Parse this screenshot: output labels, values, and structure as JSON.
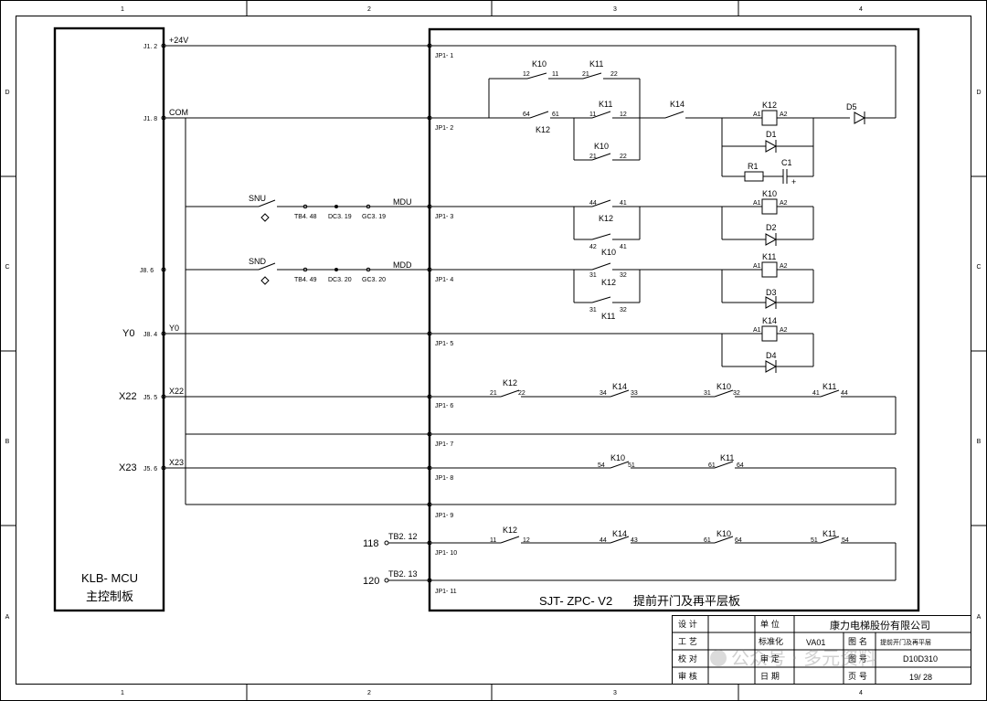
{
  "frame": {
    "cols": [
      "1",
      "2",
      "3",
      "4"
    ],
    "rows": [
      "D",
      "C",
      "B",
      "A"
    ]
  },
  "boards": {
    "mcu_name": "KLB- MCU",
    "mcu_desc": "主控制板",
    "zpc_name": "SJT- ZPC- V2",
    "zpc_desc": "提前开门及再平层板"
  },
  "left_pins": [
    {
      "pin": "J1. 2",
      "net": "+24V",
      "side": ""
    },
    {
      "pin": "J1. 8",
      "net": "COM",
      "side": ""
    },
    {
      "pin": "J8. 6",
      "net": "",
      "side": ""
    },
    {
      "pin": "J8. 4",
      "net": "Y0",
      "side": "Y0"
    },
    {
      "pin": "J5. 5",
      "net": "X22",
      "side": "X22"
    },
    {
      "pin": "J5. 6",
      "net": "X23",
      "side": "X23"
    }
  ],
  "jp_pins": [
    "JP1- 1",
    "JP1- 2",
    "JP1- 3",
    "JP1- 4",
    "JP1- 5",
    "JP1- 6",
    "JP1- 7",
    "JP1- 8",
    "JP1- 9",
    "JP1- 10",
    "JP1- 11"
  ],
  "switches": {
    "snu": {
      "name": "SNU",
      "t1": "TB4. 48",
      "t2": "DC3. 19",
      "t3": "GC3. 19",
      "net": "MDU"
    },
    "snd": {
      "name": "SND",
      "t1": "TB4. 49",
      "t2": "DC3. 20",
      "t3": "GC3. 20",
      "net": "MDD"
    }
  },
  "terminals": [
    {
      "num": "118",
      "label": "TB2. 12"
    },
    {
      "num": "120",
      "label": "TB2. 13"
    }
  ],
  "contacts": {
    "r1_k10": {
      "name": "K10",
      "a": "12",
      "b": "11"
    },
    "r1_k11": {
      "name": "K11",
      "a": "21",
      "b": "22"
    },
    "r2_k12": {
      "name": "K12",
      "a": "64",
      "b": "61"
    },
    "r2_k11": {
      "name": "K11",
      "a": "11",
      "b": "12"
    },
    "r2_k10": {
      "name": "K10",
      "a": "21",
      "b": "22"
    },
    "r2_k14": {
      "name": "K14"
    },
    "r3_k12": {
      "name": "K12",
      "a": "44",
      "b": "41"
    },
    "r3_k10": {
      "name": "K10",
      "a": "42",
      "b": "41"
    },
    "r4_k12": {
      "name": "K12",
      "a": "31",
      "b": "32"
    },
    "r4_k11": {
      "name": "K11",
      "a": "31",
      "b": "32"
    },
    "r6_k12": {
      "name": "K12",
      "a": "21",
      "b": "22"
    },
    "r6_k14": {
      "name": "K14",
      "a": "34",
      "b": "33"
    },
    "r6_k10": {
      "name": "K10",
      "a": "31",
      "b": "32"
    },
    "r6_k11": {
      "name": "K11",
      "a": "41",
      "b": "44"
    },
    "r8_k10": {
      "name": "K10",
      "a": "54",
      "b": "51"
    },
    "r8_k11": {
      "name": "K11",
      "a": "61",
      "b": "64"
    },
    "r10_k12": {
      "name": "K12",
      "a": "11",
      "b": "12"
    },
    "r10_k14": {
      "name": "K14",
      "a": "44",
      "b": "43"
    },
    "r10_k10": {
      "name": "K10",
      "a": "61",
      "b": "64"
    },
    "r10_k11": {
      "name": "K11",
      "a": "51",
      "b": "54"
    }
  },
  "coils": [
    {
      "name": "K12",
      "a1": "A1",
      "a2": "A2"
    },
    {
      "name": "K10",
      "a1": "A1",
      "a2": "A2"
    },
    {
      "name": "K11",
      "a1": "A1",
      "a2": "A2"
    },
    {
      "name": "K14",
      "a1": "A1",
      "a2": "A2"
    }
  ],
  "diodes": [
    "D5",
    "D1",
    "D2",
    "D3",
    "D4"
  ],
  "resistor": "R1",
  "capacitor": "C1",
  "cap_plus": "+",
  "title_block": {
    "company": "康力电梯股份有限公司",
    "design": "设 计",
    "craft": "工 艺",
    "check": "校 对",
    "audit": "审 核",
    "unit": "单 位",
    "std": "标准化",
    "std_val": "VA01",
    "review": "审 定",
    "date": "日 期",
    "fig_name": "图 名",
    "fig_name_val": "提前开门及再平层",
    "fig_no": "图 号",
    "fig_no_val": "D10D310",
    "page": "页 号",
    "page_val": "19/ 28"
  },
  "watermark": "公众号 · 多元资料"
}
